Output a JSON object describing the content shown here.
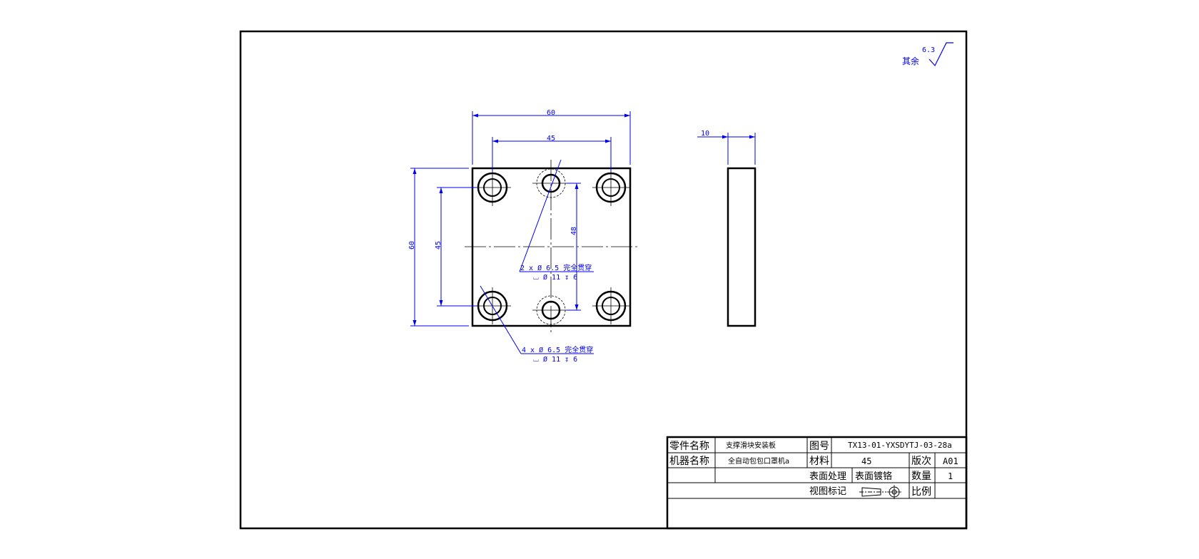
{
  "roughness": {
    "label": "其余",
    "value": "6.3"
  },
  "dimensions": {
    "top_width": "60",
    "hole_spacing_x": "45",
    "left_height": "60",
    "hole_spacing_y": "45",
    "center_spacing": "48",
    "side_thickness": "10"
  },
  "callouts": {
    "center_holes": {
      "line1": "2 x  Ø 6.5 完全贯穿",
      "line2": "⌴ Ø 11 ↧ 6"
    },
    "corner_holes": {
      "line1": "4 x  Ø 6.5 完全贯穿",
      "line2": "⌴ Ø 11 ↧ 6"
    }
  },
  "title_block": {
    "part_name_label": "零件名称",
    "part_name": "支撑滑块安装板",
    "drawing_no_label": "图号",
    "drawing_no": "TX13-01-YXSDYTJ-03-28a",
    "machine_label": "机器名称",
    "machine_name": "全自动包包口罩机a",
    "material_label": "材料",
    "material": "45",
    "version_label": "版次",
    "version": "A01",
    "surface_label": "表面处理",
    "surface": "表面镀铬",
    "qty_label": "数量",
    "qty": "1",
    "view_label": "视图标记",
    "scale_label": "比例"
  },
  "colors": {
    "dimension": "#0000ee",
    "outline": "#000000"
  }
}
